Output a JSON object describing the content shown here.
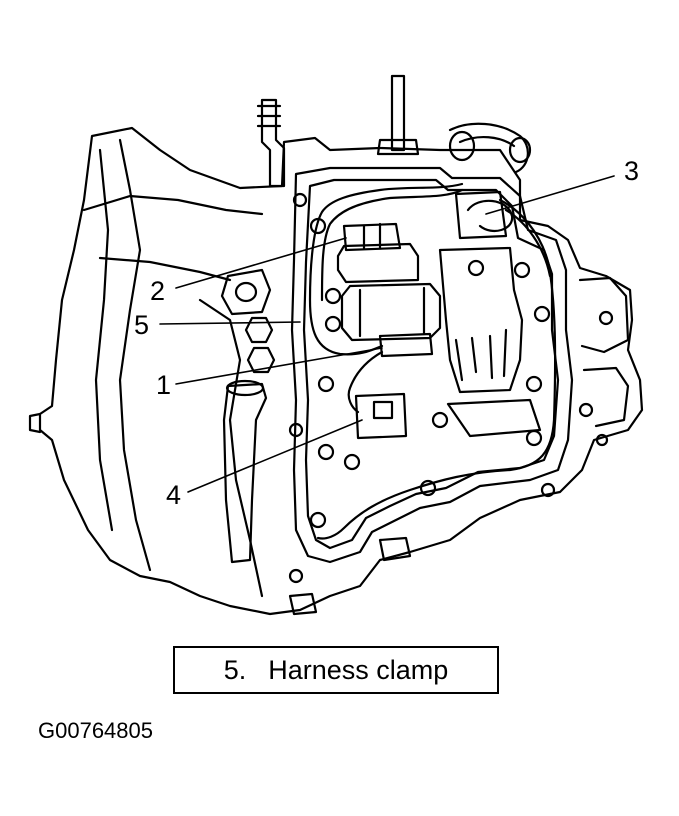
{
  "callouts": [
    {
      "id": "1",
      "label": "1"
    },
    {
      "id": "2",
      "label": "2"
    },
    {
      "id": "3",
      "label": "3"
    },
    {
      "id": "4",
      "label": "4"
    },
    {
      "id": "5",
      "label": "5"
    }
  ],
  "legend": {
    "number": "5.",
    "text": "Harness clamp"
  },
  "figure_id": "G00764805",
  "colors": {
    "ink": "#000000",
    "paper": "#ffffff"
  }
}
